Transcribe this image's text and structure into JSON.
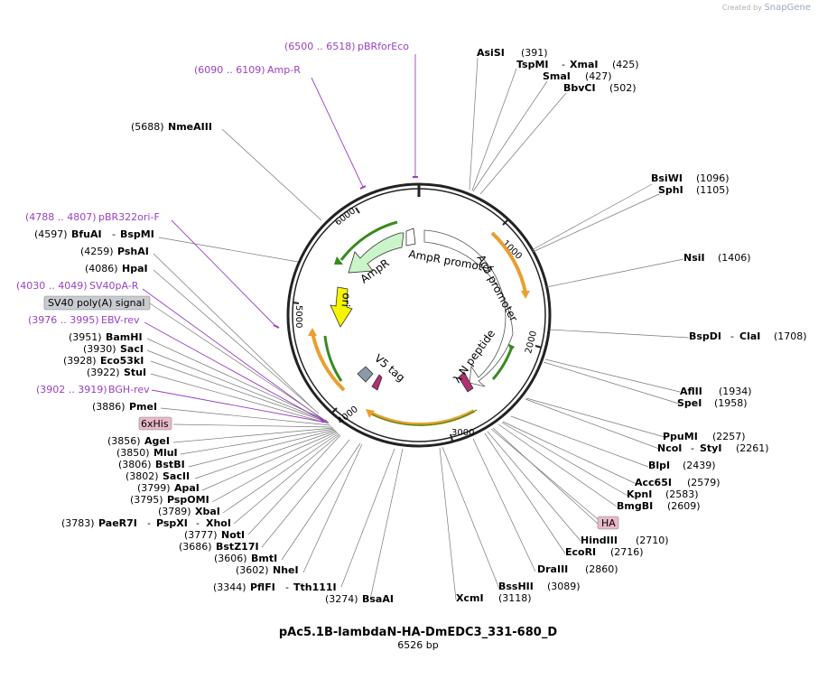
{
  "brand": {
    "created_by": "Created by",
    "name": "SnapGene"
  },
  "plasmid": {
    "name": "pAc5.1B-lambdaN-HA-DmEDC3_331-680_D",
    "length_label": "6526 bp",
    "length": 6526
  },
  "ticks": [
    "1000",
    "2000",
    "3000",
    "4000",
    "5000",
    "6000"
  ],
  "sites_right": [
    {
      "name": "AsiSI",
      "pos": "(391)"
    },
    {
      "name": "TspMI",
      "name2": "XmaI",
      "pos": "(425)"
    },
    {
      "name": "SmaI",
      "pos": "(427)"
    },
    {
      "name": "BbvCI",
      "pos": "(502)"
    },
    {
      "name": "BsiWI",
      "pos": "(1096)"
    },
    {
      "name": "SphI",
      "pos": "(1105)"
    },
    {
      "name": "NsiI",
      "pos": "(1406)"
    },
    {
      "name": "BspDI",
      "name2": "ClaI",
      "pos": "(1708)"
    },
    {
      "name": "AflII",
      "pos": "(1934)"
    },
    {
      "name": "SpeI",
      "pos": "(1958)"
    },
    {
      "name": "PpuMI",
      "pos": "(2257)"
    },
    {
      "name": "NcoI",
      "name2": "StyI",
      "pos": "(2261)"
    },
    {
      "name": "BlpI",
      "pos": "(2439)"
    },
    {
      "name": "Acc65I",
      "pos": "(2579)"
    },
    {
      "name": "KpnI",
      "pos": "(2583)"
    },
    {
      "name": "BmgBI",
      "pos": "(2609)"
    },
    {
      "name": "HindIII",
      "pos": "(2710)"
    },
    {
      "name": "EcoRI",
      "pos": "(2716)"
    },
    {
      "name": "DraIII",
      "pos": "(2860)"
    },
    {
      "name": "BssHII",
      "pos": "(3089)"
    },
    {
      "name": "XcmI",
      "pos": "(3118)"
    }
  ],
  "sites_left": [
    {
      "name": "NmeAIII",
      "pos": "(5688)"
    },
    {
      "name": "BfuAI",
      "name2": "BspMI",
      "pos": "(4597)"
    },
    {
      "name": "PshAI",
      "pos": "(4259)"
    },
    {
      "name": "HpaI",
      "pos": "(4086)"
    },
    {
      "name": "BamHI",
      "pos": "(3951)"
    },
    {
      "name": "SacI",
      "pos": "(3930)"
    },
    {
      "name": "Eco53kI",
      "pos": "(3928)"
    },
    {
      "name": "StuI",
      "pos": "(3922)"
    },
    {
      "name": "PmeI",
      "pos": "(3886)"
    },
    {
      "name": "AgeI",
      "pos": "(3856)"
    },
    {
      "name": "MluI",
      "pos": "(3850)"
    },
    {
      "name": "BstBI",
      "pos": "(3806)"
    },
    {
      "name": "SacII",
      "pos": "(3802)"
    },
    {
      "name": "ApaI",
      "pos": "(3799)"
    },
    {
      "name": "PspOMI",
      "pos": "(3795)"
    },
    {
      "name": "XbaI",
      "pos": "(3789)"
    },
    {
      "name": "PaeR7I",
      "name2": "PspXI",
      "name3": "XhoI",
      "pos": "(3783)"
    },
    {
      "name": "NotI",
      "pos": "(3777)"
    },
    {
      "name": "BstZ17I",
      "pos": "(3686)"
    },
    {
      "name": "BmtI",
      "pos": "(3606)"
    },
    {
      "name": "NheI",
      "pos": "(3602)"
    },
    {
      "name": "PflFI",
      "name2": "Tth111I",
      "pos": "(3344)"
    },
    {
      "name": "BsaAI",
      "pos": "(3274)"
    }
  ],
  "primers": [
    {
      "range": "(6500 .. 6518)",
      "name": "pBRforEco"
    },
    {
      "range": "(6090 .. 6109)",
      "name": "Amp-R"
    },
    {
      "range": "(4788 .. 4807)",
      "name": "pBR322ori-F"
    },
    {
      "range": "(4030 .. 4049)",
      "name": "SV40pA-R"
    },
    {
      "range": "(3976 .. 3995)",
      "name": "EBV-rev"
    },
    {
      "range": "(3902 .. 3919)",
      "name": "BGH-rev"
    }
  ],
  "boxed_features": [
    {
      "name": "SV40 poly(A) signal",
      "color": "#c8cbcf"
    },
    {
      "name": "6xHis",
      "color": "#e8b9c9"
    },
    {
      "name": "HA",
      "color": "#e8b9c9"
    }
  ],
  "features_inside": [
    {
      "name": "AmpR",
      "color": "#c9f5c9"
    },
    {
      "name": "AmpR promoter",
      "color": "#ffffff"
    },
    {
      "name": "Ac5 promoter",
      "color": "#ffffff"
    },
    {
      "name": "ori",
      "color": "#f5f500"
    },
    {
      "name": "V5 tag",
      "color": "#8a9aa8"
    },
    {
      "name": "λ N peptide",
      "color": "#b03070"
    }
  ],
  "colors": {
    "primer": "#9a3fc6",
    "orf_orange": "#e8a030",
    "orf_green": "#3a8a1e",
    "backbone": "#222222"
  }
}
